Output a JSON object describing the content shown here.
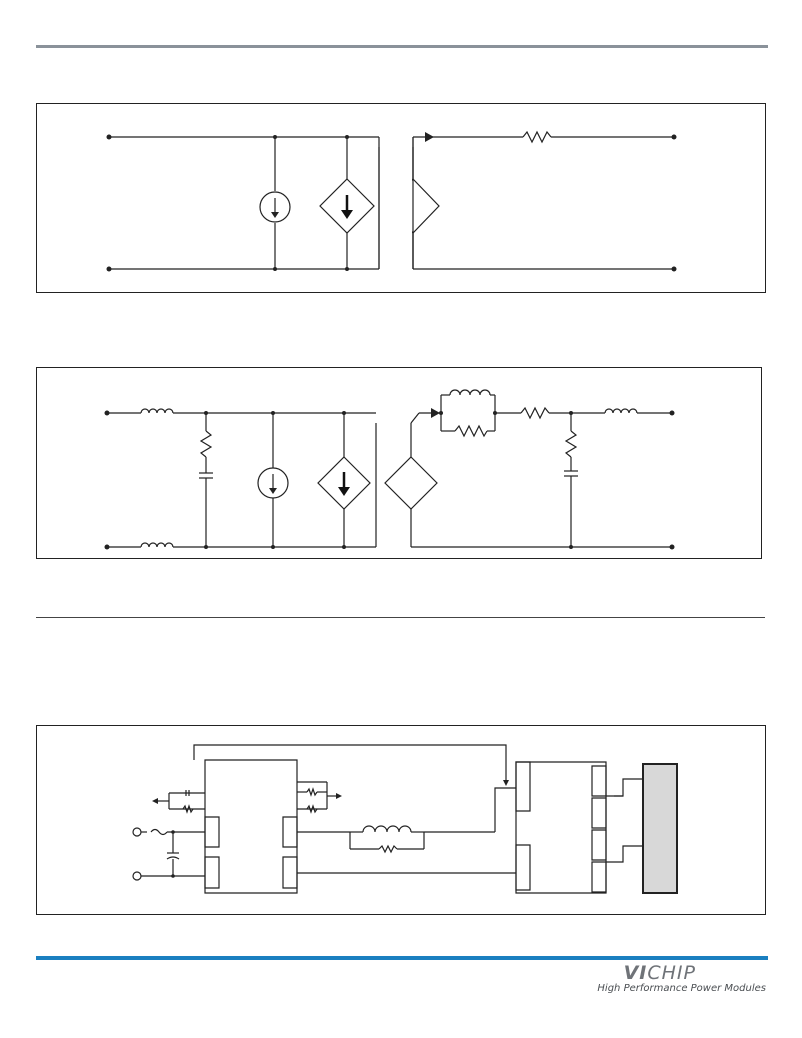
{
  "logo": {
    "brand_vi": "VI",
    "brand_chip": "CHIP",
    "tagline": "High Performance Power Modules"
  },
  "colors": {
    "top_rule": "#8a929a",
    "bottom_rule": "#1a7fc0",
    "load_fill": "#d8d8d8"
  },
  "figures": [
    {
      "name": "simplified-equivalent-circuit"
    },
    {
      "name": "detailed-equivalent-circuit"
    },
    {
      "name": "application-block-diagram"
    }
  ]
}
